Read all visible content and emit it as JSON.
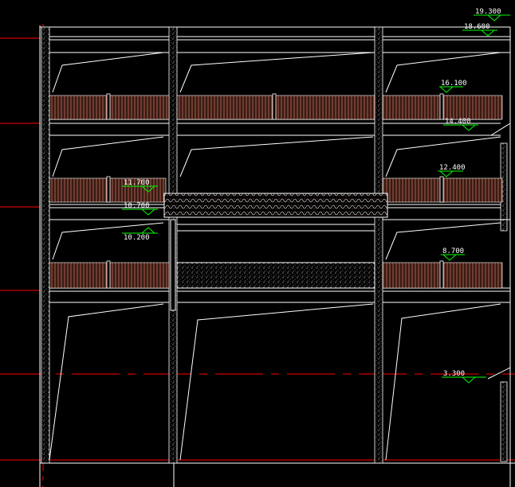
{
  "colors": {
    "background": "#000000",
    "linework": "#ffffff",
    "gridline": "#ff0000",
    "elevation_marker": "#00ff00",
    "railing": "#e07a5f",
    "hatch": "#c0c0c0"
  },
  "elevations": [
    {
      "label": "19.300"
    },
    {
      "label": "18.600"
    },
    {
      "label": "16.100"
    },
    {
      "label": "14.400"
    },
    {
      "label": "12.400"
    },
    {
      "label": "11.700"
    },
    {
      "label": "10.700"
    },
    {
      "label": "10.200"
    },
    {
      "label": "8.700"
    },
    {
      "label": "3.300"
    }
  ]
}
